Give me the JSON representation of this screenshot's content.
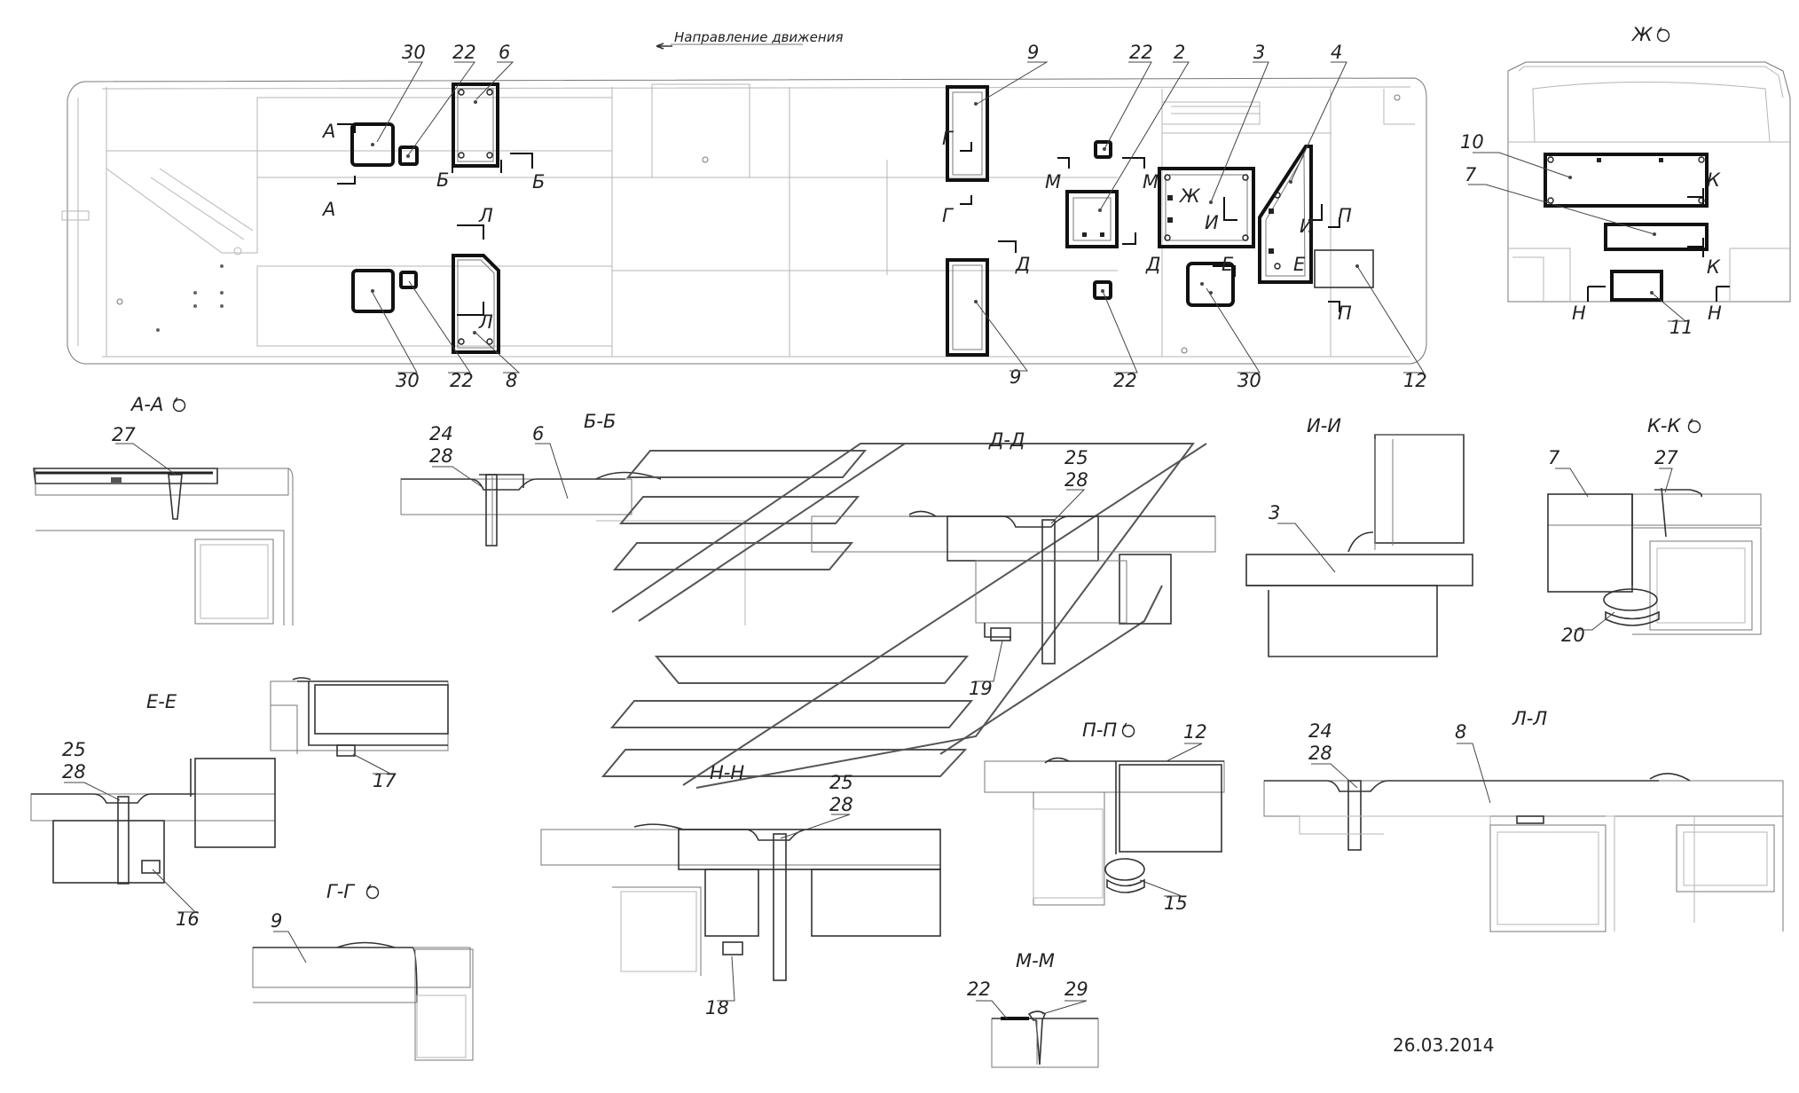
{
  "direction_label": "Направление движения",
  "date": "26.03.2014",
  "callouts": {
    "c30a": "30",
    "c22a": "22",
    "c6": "6",
    "c9a": "9",
    "c22b": "22",
    "c2": "2",
    "c3": "3",
    "c4": "4",
    "c30b": "30",
    "c22c": "22",
    "c8": "8",
    "c9b": "9",
    "c22d": "22",
    "c30c": "30",
    "c12": "12",
    "c10": "10",
    "c7": "7",
    "c11": "11"
  },
  "cut_marks": {
    "A1": "А",
    "A2": "А",
    "B1": "Б",
    "B2": "Б",
    "L1": "Л",
    "L2": "Л",
    "G1": "Г",
    "G2": "Г",
    "M1": "М",
    "M2": "М",
    "D1": "Д",
    "D2": "Д",
    "Zh": "Ж",
    "I1": "И",
    "I2": "И",
    "E1": "Е",
    "E2": "Е",
    "P1": "П",
    "P2": "П",
    "K1": "К",
    "K2": "К",
    "N1": "Н",
    "N2": "Н"
  },
  "view_zh": "Ж",
  "sections": {
    "aa": {
      "title": "А-А",
      "labels": [
        "27"
      ]
    },
    "bb": {
      "title": "Б-Б",
      "labels": [
        "24",
        "28",
        "6"
      ]
    },
    "dd": {
      "title": "Д-Д",
      "labels": [
        "25",
        "28",
        "19"
      ]
    },
    "ii": {
      "title": "И-И",
      "labels": [
        "3"
      ]
    },
    "kk": {
      "title": "К-К",
      "labels": [
        "7",
        "27",
        "20"
      ]
    },
    "ee": {
      "title": "Е-Е",
      "labels": [
        "25",
        "28",
        "16"
      ]
    },
    "e2": {
      "labels": [
        "17"
      ]
    },
    "nn": {
      "title": "Н-Н",
      "labels": [
        "25",
        "28",
        "18"
      ]
    },
    "pp": {
      "title": "П-П",
      "labels": [
        "12",
        "15"
      ]
    },
    "ll": {
      "title": "Л-Л",
      "labels": [
        "24",
        "28",
        "8"
      ]
    },
    "gg": {
      "title": "Г-Г",
      "labels": [
        "9"
      ]
    },
    "mm": {
      "title": "М-М",
      "labels": [
        "22",
        "29"
      ]
    }
  },
  "icons": {
    "rotation": "rotation-view-icon",
    "arrow": "direction-arrow-icon"
  }
}
